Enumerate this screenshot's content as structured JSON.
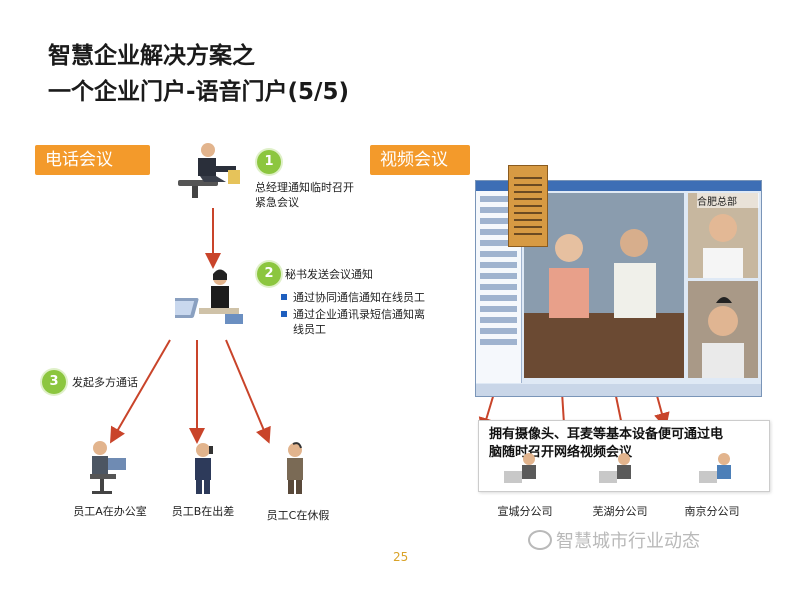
{
  "title": {
    "line1": "智慧企业解决方案之",
    "line2": "一个企业门户-语音门户(5/5)"
  },
  "tags": {
    "phone": "电话会议",
    "video": "视频会议"
  },
  "steps": [
    {
      "num": "1",
      "text_l1": "总经理通知临时召开",
      "text_l2": "紧急会议"
    },
    {
      "num": "2",
      "text": "秘书发送会议通知"
    },
    {
      "num": "3",
      "text": "发起多方通话"
    }
  ],
  "bullets": [
    "通过协同通信通知在线员工",
    "通过企业通讯录短信通知离线员工"
  ],
  "employees": [
    "员工A在办公室",
    "员工B在出差",
    "员工C在休假"
  ],
  "video": {
    "screen_label": "合肥总部",
    "note_l1": "拥有摄像头、耳麦等基本设备便可通过电",
    "note_l2": "脑随时召开网络视频会议",
    "branches": [
      "宣城分公司",
      "芜湖分公司",
      "南京分公司"
    ]
  },
  "page_number": "25",
  "watermark": "智慧城市行业动态",
  "colors": {
    "accent": "#f39a2b",
    "step": "#8cc63f",
    "arrow": "#c9442a"
  },
  "icons": [
    "manager-icon",
    "secretary-icon",
    "person-icon",
    "building-icon",
    "wechat-icon"
  ]
}
